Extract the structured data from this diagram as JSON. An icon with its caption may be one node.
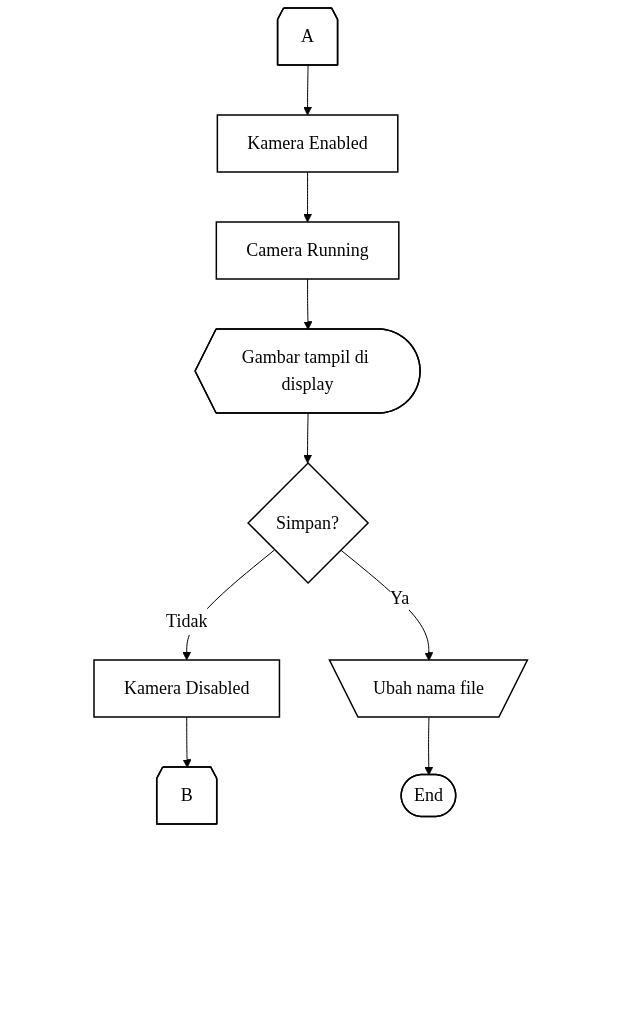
{
  "diagram": {
    "nodes": [
      {
        "text": [
          "A"
        ]
      },
      {
        "text": [
          "Kamera Enabled"
        ]
      },
      {
        "text": [
          "Camera Running"
        ]
      },
      {
        "text": [
          "Gambar tampil di display"
        ]
      },
      {
        "text": [
          "Simpan?"
        ]
      },
      {
        "text": [
          "Kamera Disabled"
        ]
      },
      {
        "text": [
          "B"
        ]
      },
      {
        "text": [
          "Ubah nama file"
        ]
      },
      {
        "text": [
          "End"
        ]
      }
    ],
    "edges": [
      {
        "from": 0,
        "to": 1,
        "arrow": "to"
      },
      {
        "from": 1,
        "to": 2,
        "arrow": "to"
      },
      {
        "from": 2,
        "to": 3,
        "arrow": "to"
      },
      {
        "from": 3,
        "to": 4,
        "arrow": "to"
      },
      {
        "from": 4,
        "to": 5,
        "arrow": "to",
        "label": "Tidak"
      },
      {
        "from": 5,
        "to": 6,
        "arrow": "to"
      },
      {
        "from": 4,
        "to": 7,
        "arrow": "to",
        "label": "Ya"
      },
      {
        "from": 7,
        "to": 8,
        "arrow": "to"
      }
    ]
  }
}
